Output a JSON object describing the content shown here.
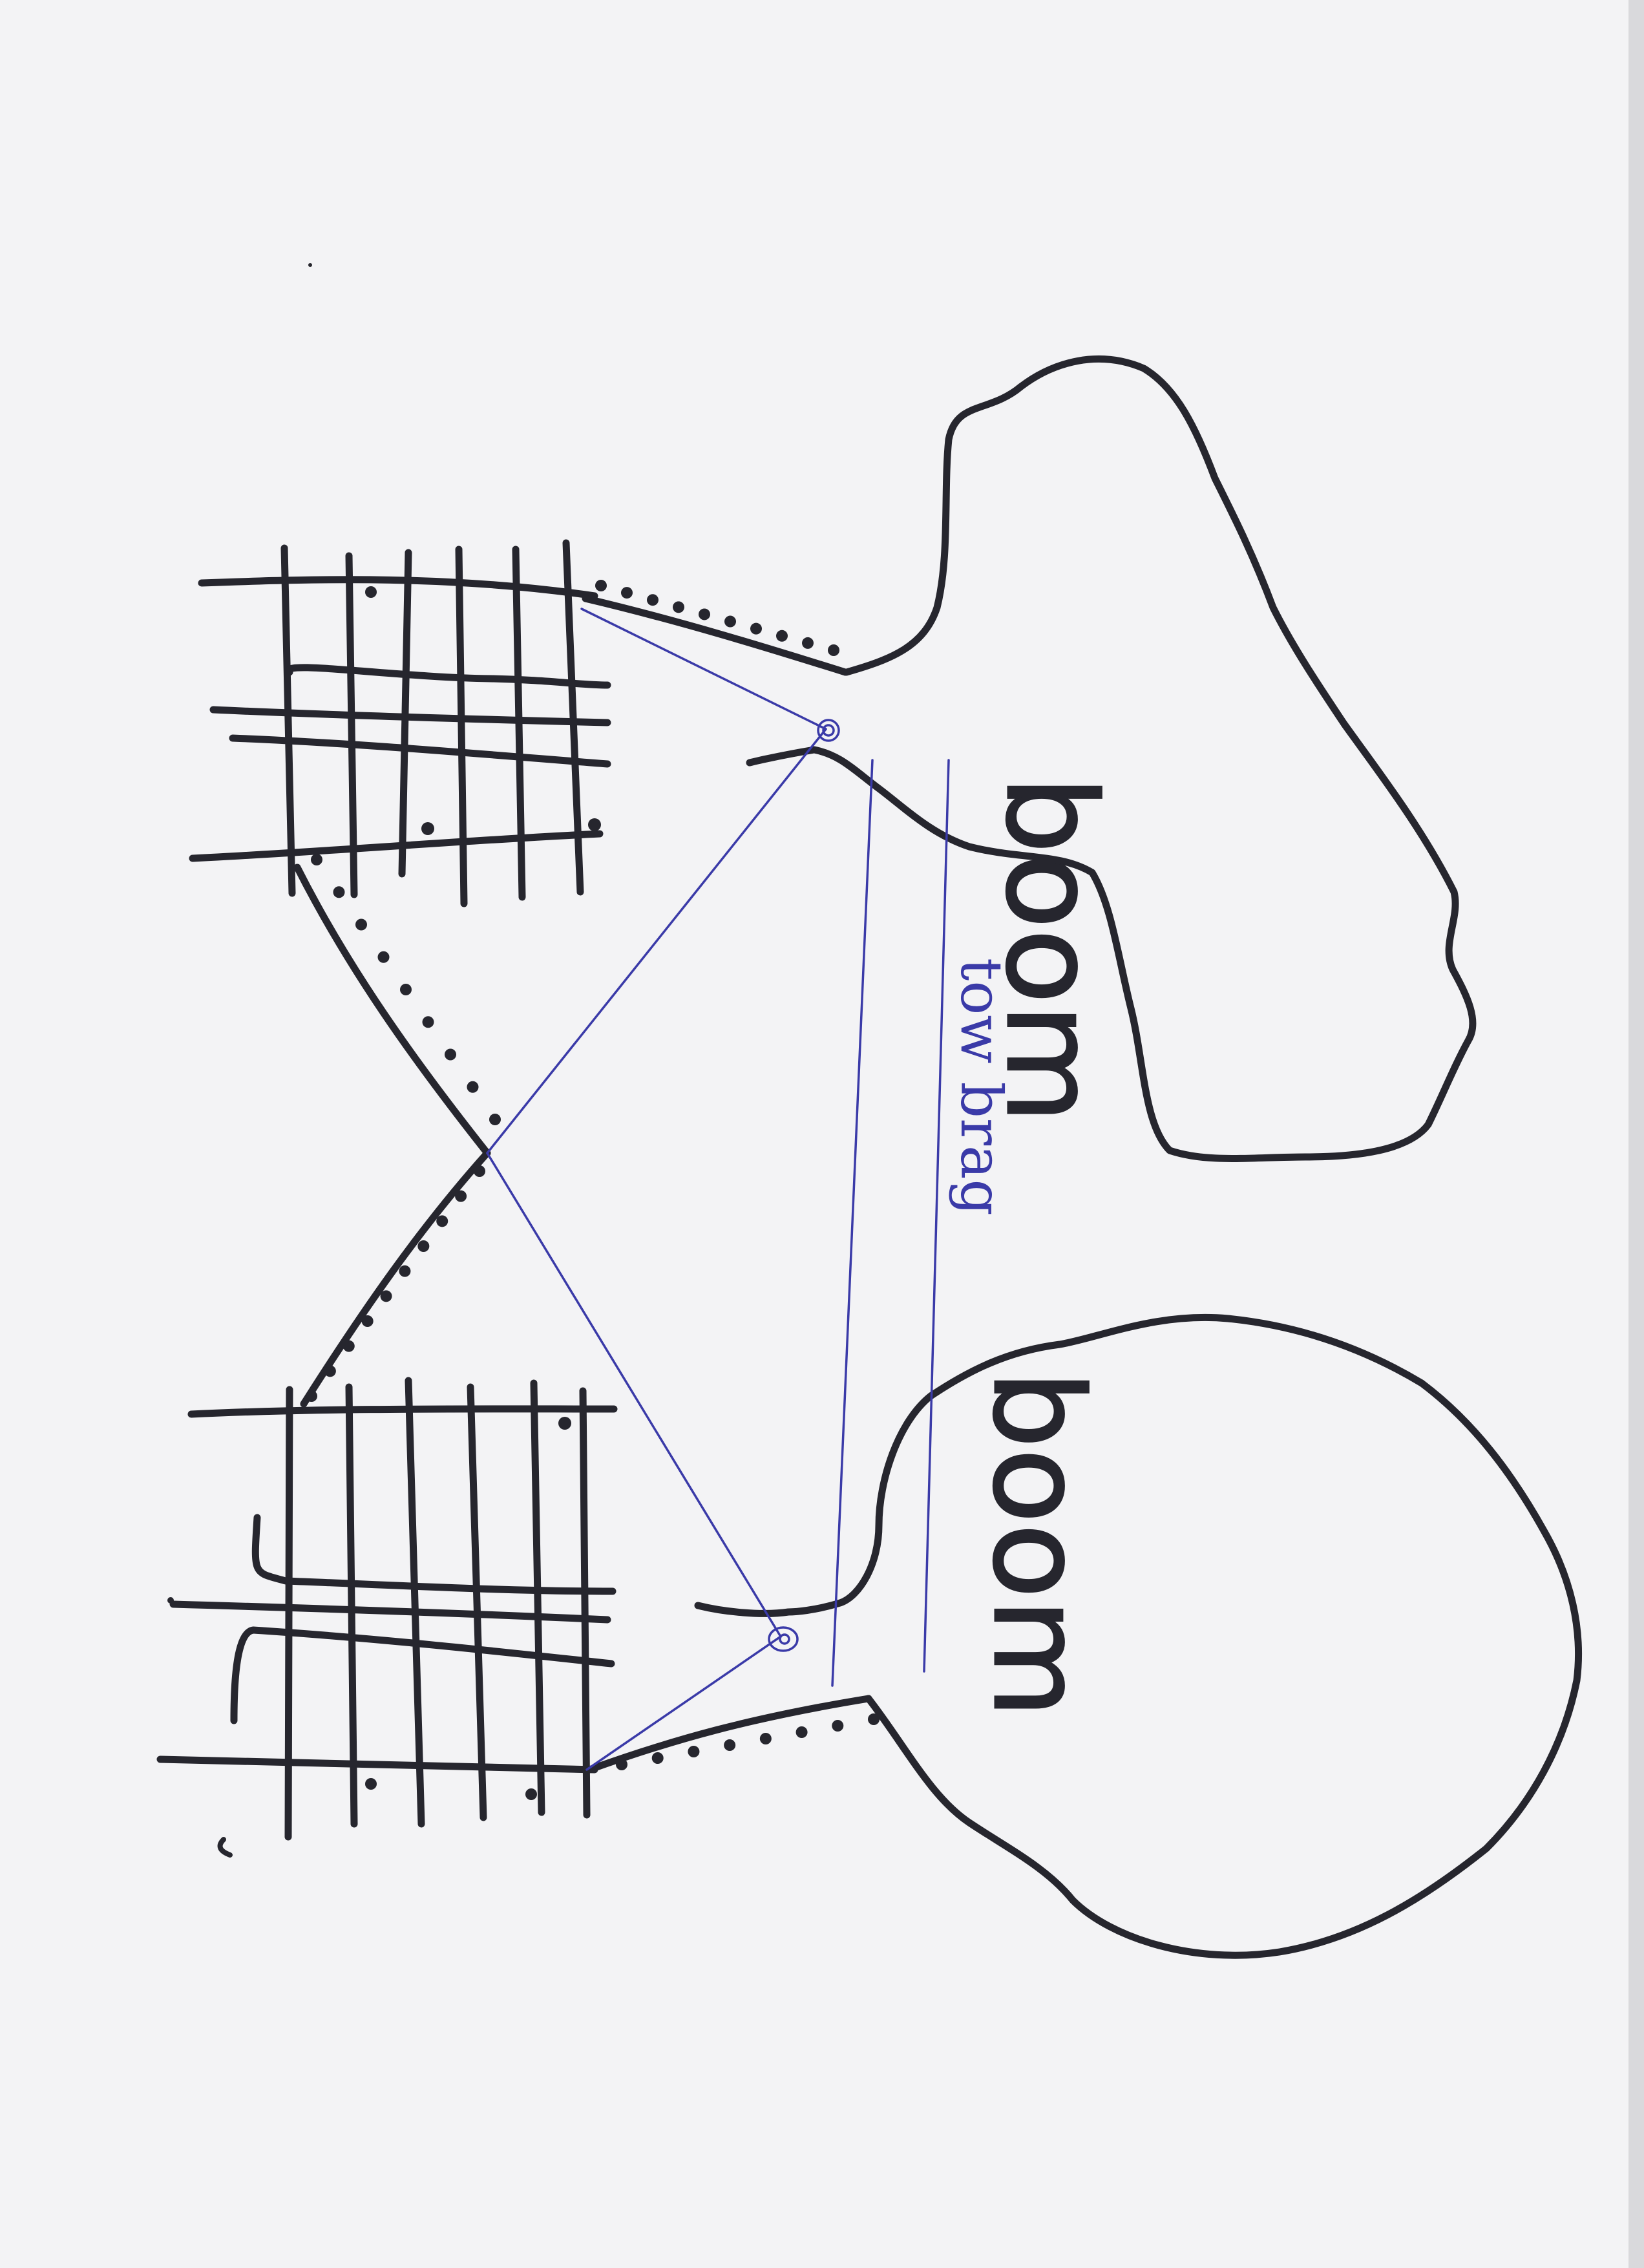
{
  "labels": {
    "boom_upper": "boom",
    "boom_lower": "boom",
    "note": "tow brag"
  },
  "colors": {
    "paper": "#f3f3f5",
    "marker_ink": "#26262e",
    "pen_ink": "#3a3aa8"
  }
}
